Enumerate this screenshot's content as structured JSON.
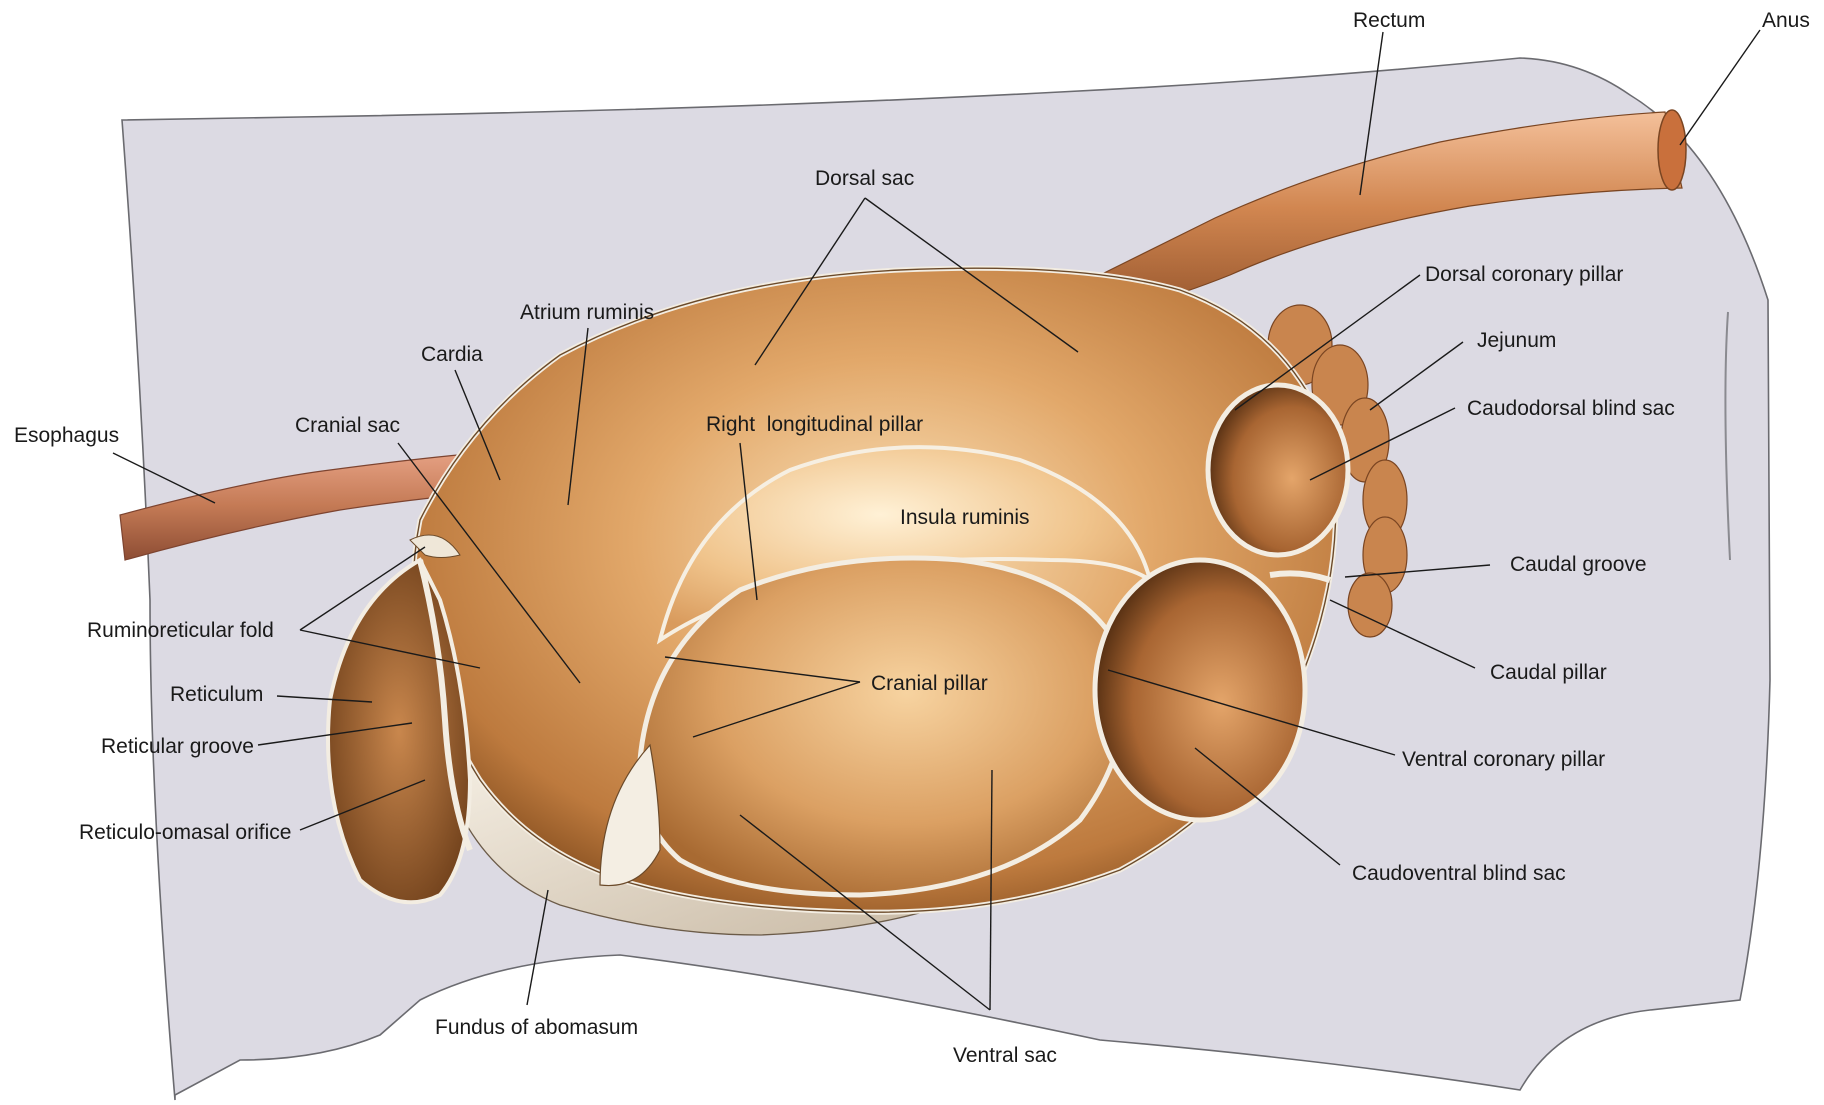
{
  "labels": {
    "rectum": "Rectum",
    "anus": "Anus",
    "dorsal_sac": "Dorsal sac",
    "dorsal_coronary_pillar": "Dorsal coronary pillar",
    "jejunum": "Jejunum",
    "caudodorsal_blind_sac": "Caudodorsal blind sac",
    "atrium_ruminis": "Atrium ruminis",
    "cardia": "Cardia",
    "esophagus": "Esophagus",
    "cranial_sac": "Cranial sac",
    "right_longitudinal_pillar": "Right  longitudinal pillar",
    "insula_ruminis": "Insula ruminis",
    "caudal_groove": "Caudal groove",
    "ruminoreticular_fold": "Ruminoreticular fold",
    "caudal_pillar": "Caudal pillar",
    "reticulum": "Reticulum",
    "cranial_pillar": "Cranial pillar",
    "reticular_groove": "Reticular groove",
    "ventral_coronary_pillar": "Ventral coronary pillar",
    "reticulo_omasal_orifice": "Reticulo-omasal orifice",
    "caudoventral_blind_sac": "Caudoventral blind sac",
    "fundus_of_abomasum": "Fundus of abomasum",
    "ventral_sac": "Ventral sac"
  },
  "colors": {
    "body_wall": "#dcdae3",
    "rumen_base": "#c98a4e",
    "rumen_light": "#f6d4a4",
    "rumen_dark": "#7a4a22",
    "tube": "#c47a55",
    "rectum": "#d18650",
    "wall_edge": "#f2efe8"
  }
}
